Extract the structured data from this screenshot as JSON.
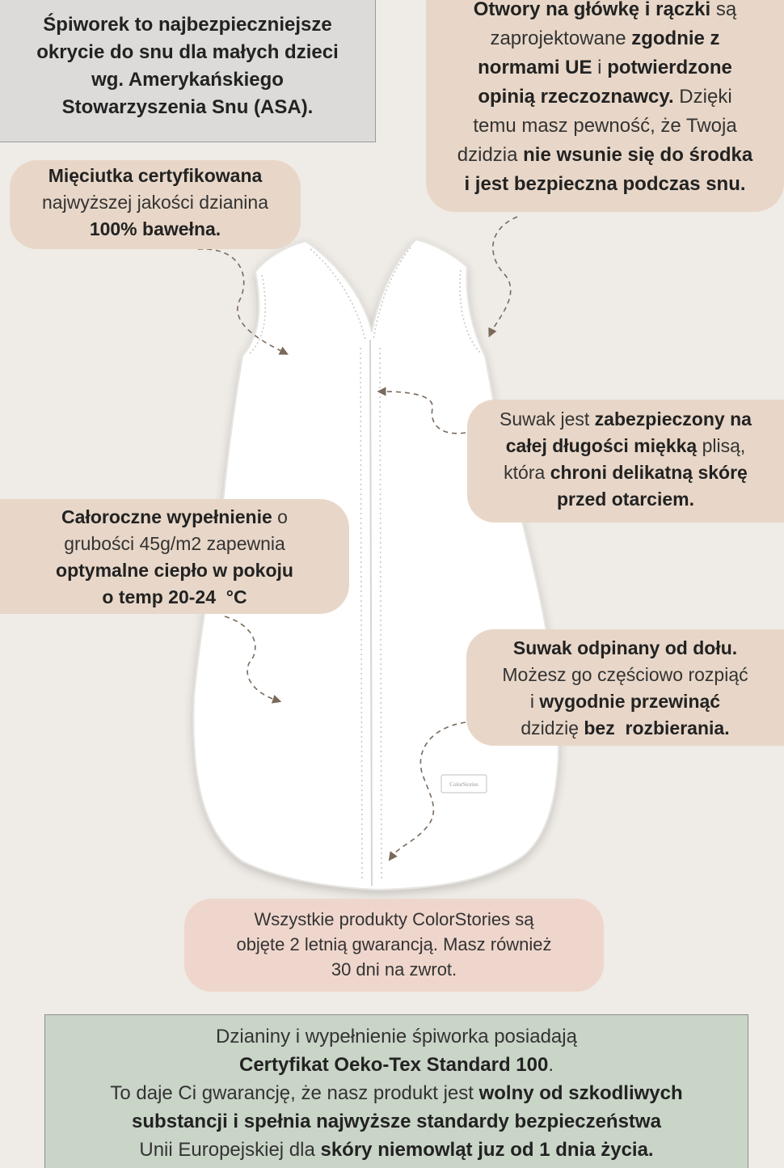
{
  "asa_box": {
    "lines": [
      [
        {
          "t": "Śpiworek to najbezpieczniejsze",
          "b": true
        }
      ],
      [
        {
          "t": "okrycie do snu dla małych dzieci",
          "b": true
        }
      ],
      [
        {
          "t": "wg. Amerykańskiego",
          "b": true
        }
      ],
      [
        {
          "t": "Stowarzyszenia Snu (ASA).",
          "b": true
        }
      ]
    ]
  },
  "openings_box": {
    "lines": [
      [
        {
          "t": "Otwory na główkę i rączki",
          "b": true
        },
        {
          "t": " są",
          "b": false
        }
      ],
      [
        {
          "t": "zaprojektowane ",
          "b": false
        },
        {
          "t": "zgodnie z",
          "b": true
        }
      ],
      [
        {
          "t": "normami UE",
          "b": true
        },
        {
          "t": " i ",
          "b": false
        },
        {
          "t": "potwierdzone",
          "b": true
        }
      ],
      [
        {
          "t": "opinią rzeczoznawcy.",
          "b": true
        },
        {
          "t": " Dzięki",
          "b": false
        }
      ],
      [
        {
          "t": "temu masz pewność, że Twoja",
          "b": false
        }
      ],
      [
        {
          "t": "dzidzia ",
          "b": false
        },
        {
          "t": "nie wsunie się do środka",
          "b": true
        }
      ],
      [
        {
          "t": "i jest bezpieczna podczas snu.",
          "b": true
        }
      ]
    ]
  },
  "cotton_box": {
    "lines": [
      [
        {
          "t": "Mięciutka certyfikowana",
          "b": true
        }
      ],
      [
        {
          "t": "najwyższej jakości dzianina",
          "b": false
        }
      ],
      [
        {
          "t": "100% bawełna.",
          "b": true
        }
      ]
    ]
  },
  "zipper_box": {
    "lines": [
      [
        {
          "t": "Suwak jest ",
          "b": false
        },
        {
          "t": "zabezpieczony na",
          "b": true
        }
      ],
      [
        {
          "t": "całej długości miękką",
          "b": true
        },
        {
          "t": " plisą,",
          "b": false
        }
      ],
      [
        {
          "t": "która ",
          "b": false
        },
        {
          "t": "chroni delikatną skórę",
          "b": true
        }
      ],
      [
        {
          "t": "przed otarciem.",
          "b": true
        }
      ]
    ]
  },
  "filling_box": {
    "lines": [
      [
        {
          "t": "Całoroczne wypełnienie",
          "b": true
        },
        {
          "t": " o",
          "b": false
        }
      ],
      [
        {
          "t": "grubości 45g/m2 zapewnia",
          "b": false
        }
      ],
      [
        {
          "t": "optymalne ciepło w pokoju",
          "b": true
        }
      ],
      [
        {
          "t": "o temp 20-24  °C",
          "b": true
        }
      ]
    ]
  },
  "bottom_zip_box": {
    "lines": [
      [
        {
          "t": "Suwak odpinany od dołu.",
          "b": true
        }
      ],
      [
        {
          "t": "Możesz go częściowo rozpiąć",
          "b": false
        }
      ],
      [
        {
          "t": "i ",
          "b": false
        },
        {
          "t": "wygodnie przewinąć",
          "b": true
        }
      ],
      [
        {
          "t": "dzidzię ",
          "b": false
        },
        {
          "t": "bez  rozbierania.",
          "b": true
        }
      ]
    ]
  },
  "warranty_box": {
    "lines": [
      [
        {
          "t": "Wszystkie produkty ColorStories są",
          "b": false
        }
      ],
      [
        {
          "t": "objęte 2 letnią gwarancją. Masz również",
          "b": false
        }
      ],
      [
        {
          "t": "30 dni na zwrot.",
          "b": false
        }
      ]
    ]
  },
  "cert_box": {
    "lines": [
      [
        {
          "t": "Dzianiny i wypełnienie śpiworka posiadają",
          "b": false
        }
      ],
      [
        {
          "t": "Certyfikat Oeko-Tex Standard 100",
          "b": true
        },
        {
          "t": ".",
          "b": false
        }
      ],
      [
        {
          "t": "To daje Ci gwarancję, że nasz produkt jest ",
          "b": false
        },
        {
          "t": "wolny od szkodliwych",
          "b": true
        }
      ],
      [
        {
          "t": "substancji i spełnia najwyższe standardy bezpieczeństwa",
          "b": true
        }
      ],
      [
        {
          "t": "Unii Europejskiej dla ",
          "b": false
        },
        {
          "t": "skóry niemowląt juz od 1 dnia życia.",
          "b": true
        }
      ]
    ]
  },
  "label_text": "ColorStories",
  "colors": {
    "background": "#efebe6",
    "beige_pill": "#e8d7c8",
    "pink_pill": "#efd6cc",
    "grey_box": "#dcdbd9",
    "green_box": "#c9d5c7",
    "arrow": "#7a6a5c"
  }
}
